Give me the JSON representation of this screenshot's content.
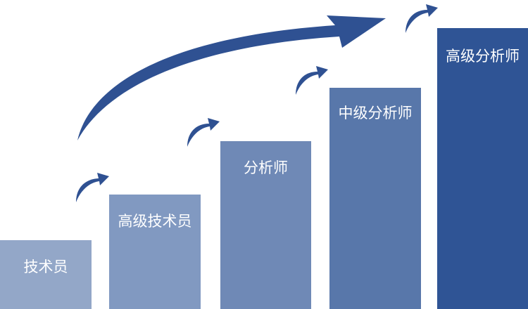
{
  "steps": [
    {
      "label": "技术员",
      "color": "#93a7c8"
    },
    {
      "label": "高级技术员",
      "color": "#8199c1"
    },
    {
      "label": "分析师",
      "color": "#6f89b6"
    },
    {
      "label": "中级分析师",
      "color": "#5877aa"
    },
    {
      "label": "高级分析师",
      "color": "#2f5495"
    }
  ],
  "colors": {
    "arrow": "#2f5192"
  }
}
